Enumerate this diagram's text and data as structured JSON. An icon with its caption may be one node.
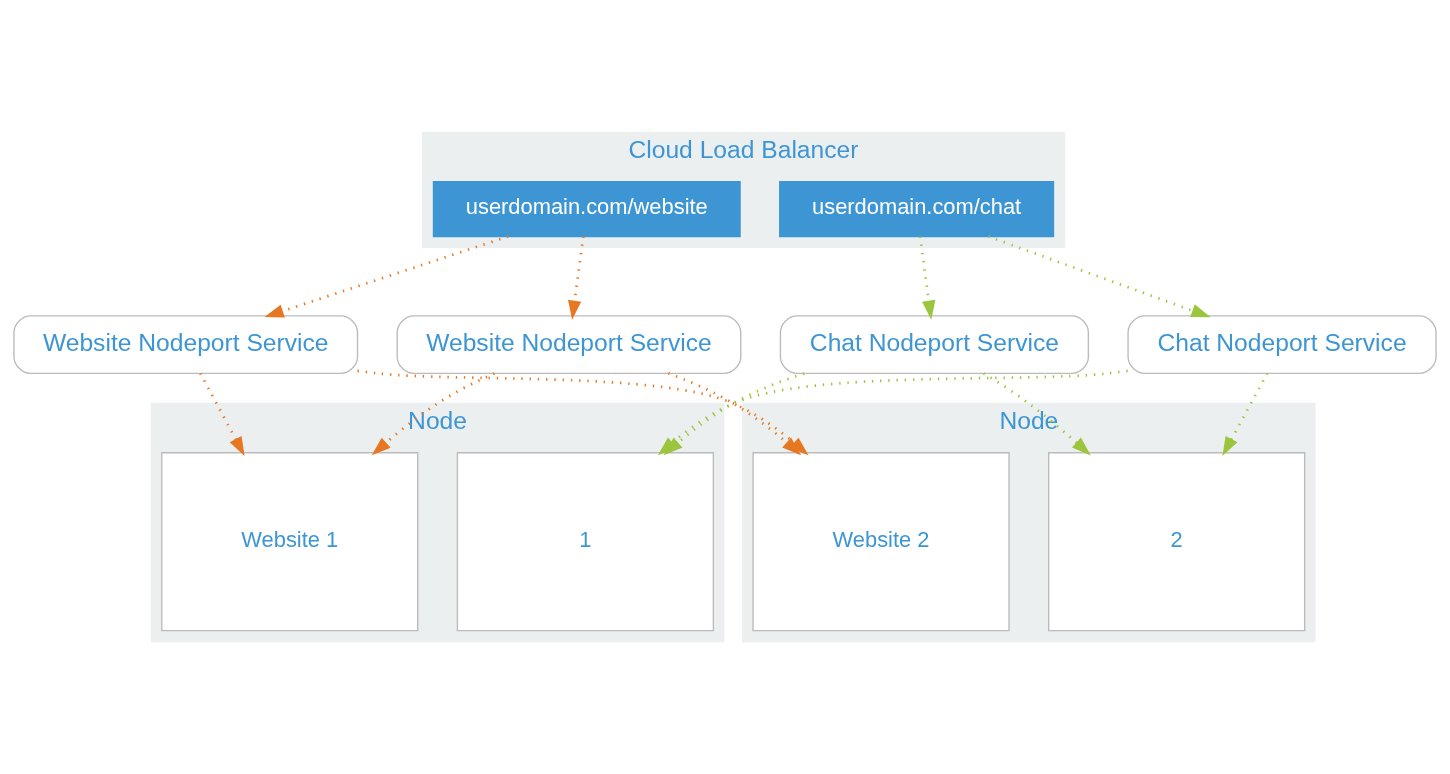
{
  "diagram": {
    "nodes": [
      {
        "text": [
          "Cloud Load Balancer"
        ]
      },
      {
        "text": [
          "userdomain.com/website"
        ],
        "in": 0
      },
      {
        "text": [
          "userdomain.com/chat"
        ],
        "in": 0
      },
      {
        "text": [
          "Website Nodeport Service"
        ]
      },
      {
        "text": [
          "Chat Nodeport Service"
        ]
      },
      {
        "text": [
          "Website Nodeport Service"
        ]
      },
      {
        "text": [
          "Chat Nodeport Service"
        ]
      },
      {
        "text": [
          "Node"
        ]
      },
      {
        "text": [
          "Website 1"
        ],
        "in": 7
      },
      {
        "text": [
          "1"
        ],
        "in": 7
      },
      {
        "text": [
          "Node"
        ]
      },
      {
        "text": [
          "Website 2"
        ],
        "in": 10
      },
      {
        "text": [
          "2"
        ],
        "in": 10
      }
    ],
    "edges": [
      {
        "from": 1,
        "to": 3,
        "arrow": "to",
        "style": "dashed",
        "color": "#e87722"
      },
      {
        "from": 1,
        "to": 5,
        "arrow": "to",
        "style": "dashed",
        "color": "#e87722"
      },
      {
        "from": 2,
        "to": 4,
        "arrow": "to",
        "style": "dashed",
        "color": "#9bc53d"
      },
      {
        "from": 2,
        "to": 6,
        "arrow": "to",
        "style": "dashed",
        "color": "#9bc53d"
      },
      {
        "from": 3,
        "to": 8,
        "arrow": "to",
        "style": "dashed",
        "color": "#e87722"
      },
      {
        "from": 3,
        "to": 11,
        "arrow": "to",
        "style": "dashed",
        "color": "#e87722"
      },
      {
        "from": 4,
        "to": 9,
        "arrow": "to",
        "style": "dashed",
        "color": "#9bc53d"
      },
      {
        "from": 4,
        "to": 12,
        "arrow": "to",
        "style": "dashed",
        "color": "#9bc53d"
      },
      {
        "from": 5,
        "to": 8,
        "arrow": "to",
        "style": "dashed",
        "color": "#e87722"
      },
      {
        "from": 5,
        "to": 11,
        "arrow": "to",
        "style": "dashed",
        "color": "#e87722"
      },
      {
        "from": 6,
        "to": 9,
        "arrow": "to",
        "style": "dashed",
        "color": "#9bc53d"
      },
      {
        "from": 6,
        "to": 12,
        "arrow": "to",
        "style": "dashed",
        "color": "#9bc53d"
      }
    ]
  }
}
